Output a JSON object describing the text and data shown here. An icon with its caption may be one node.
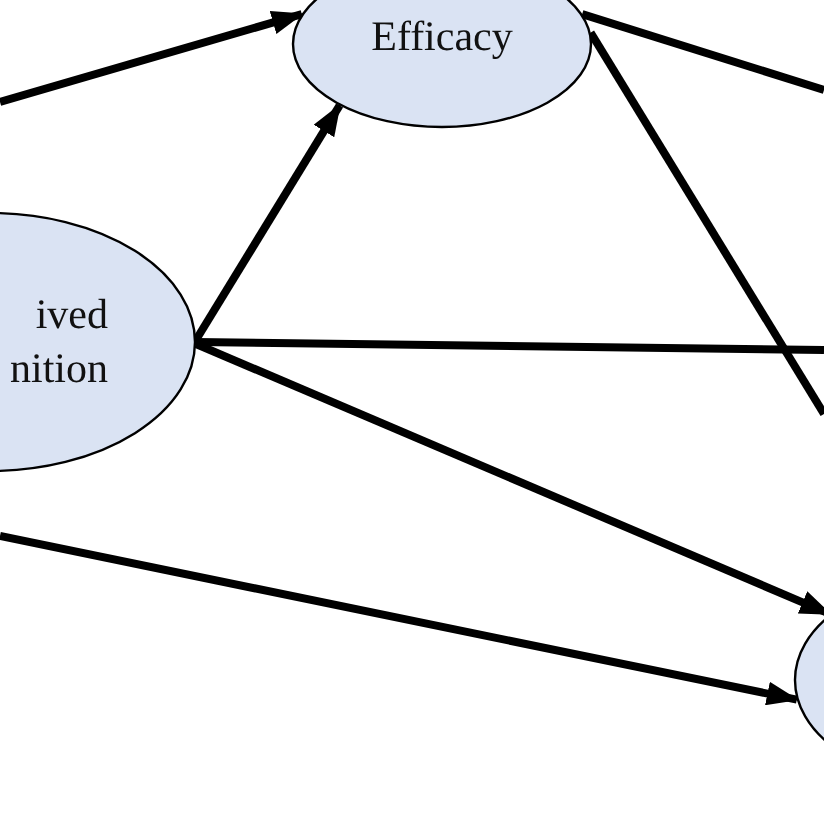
{
  "diagram": {
    "nodes": [
      {
        "text": [
          "Efficacy"
        ]
      },
      {
        "text": [
          "ived nition"
        ]
      },
      {
        "text": [],
        "shape": "ellipse"
      }
    ],
    "edges": [
      {
        "from": null,
        "to": 0,
        "arrow": "to"
      },
      {
        "from": 1,
        "to": 0,
        "arrow": "to"
      },
      {
        "from": 1,
        "to": null,
        "arrow": "none"
      },
      {
        "from": 1,
        "to": 2,
        "arrow": "to"
      },
      {
        "from": null,
        "to": 2,
        "arrow": "to"
      },
      {
        "from": 0,
        "to": null,
        "arrow": "none"
      },
      {
        "from": 0,
        "to": null,
        "arrow": "none"
      }
    ]
  }
}
